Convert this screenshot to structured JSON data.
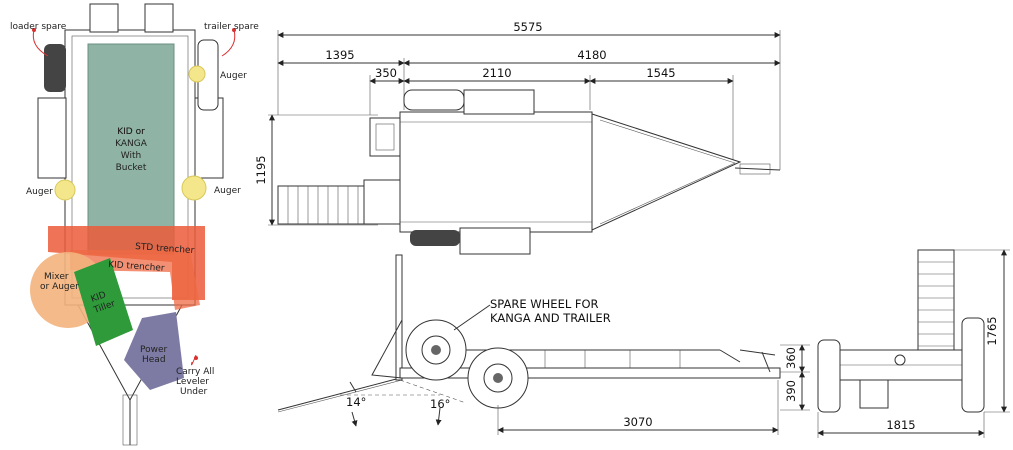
{
  "layout_labels": {
    "loader_spare": "loader spare",
    "trailer_spare": "trailer spare",
    "auger_top_right": "Auger",
    "auger_left": "Auger",
    "auger_right": "Auger",
    "kid_kanga": "KID or KANGA With Bucket",
    "std_trencher": "STD trencher",
    "kid_trencher": "KID trencher",
    "mixer_auger": "Mixer or Auger",
    "kid_tiller": "KID Tiller",
    "power_head": "Power Head",
    "carry_all": "Carry All Leveler Under"
  },
  "plan_view": {
    "overall": "5575",
    "front_section": "1395",
    "rear_section": "4180",
    "ramp_offset": "350",
    "deck_length": "2110",
    "drawbar_length": "1545",
    "width": "1195"
  },
  "side_view": {
    "note": "SPARE WHEEL FOR KANGA AND TRAILER",
    "ramp_angle": "14°",
    "tail_angle": "16°",
    "axle_to_hitch": "3070",
    "rail_height": "360",
    "deck_height": "390"
  },
  "end_view": {
    "height": "1765",
    "width": "1815"
  },
  "colors": {
    "kid_kanga": "#8fb3a5",
    "trencher": "#ec5a3a",
    "tiller": "#2e9a3a",
    "mixer": "#f3b27c",
    "power_head": "#7d7ba3",
    "auger": "#f4e68a",
    "pin": "#d93030"
  }
}
